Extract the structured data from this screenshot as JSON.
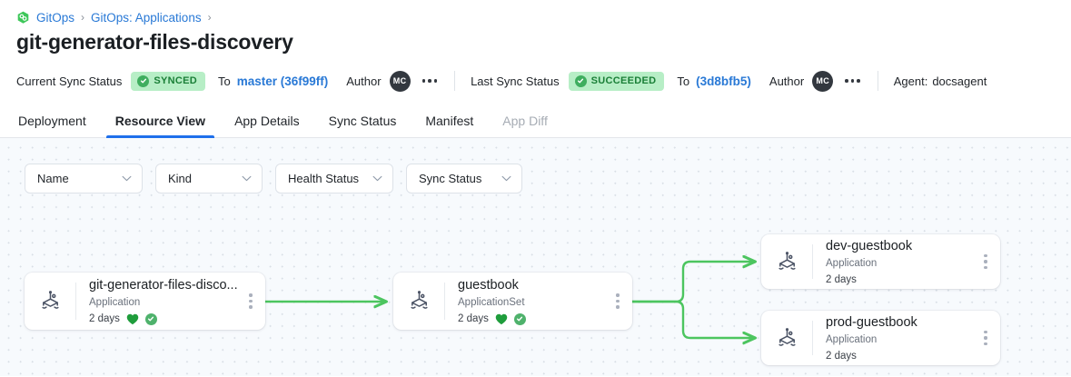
{
  "breadcrumb": {
    "logo_icon": "gitops-hex-logo",
    "items": [
      {
        "label": "GitOps"
      },
      {
        "label": "GitOps: Applications"
      }
    ],
    "separator": "›"
  },
  "page_title": "git-generator-files-discovery",
  "status_bar": {
    "current_sync": {
      "label": "Current Sync Status",
      "badge": "SYNCED",
      "badge_icon": "check-circle-icon",
      "to_label": "To",
      "revision": "master (36f99ff)",
      "author_label": "Author",
      "avatar_initials": "MC",
      "menu_icon": "ellipsis-horizontal-icon"
    },
    "last_sync": {
      "label": "Last Sync Status",
      "badge": "SUCCEEDED",
      "badge_icon": "check-circle-icon",
      "to_label": "To",
      "revision": "(3d8bfb5)",
      "author_label": "Author",
      "avatar_initials": "MC",
      "menu_icon": "ellipsis-horizontal-icon"
    },
    "agent_label": "Agent:",
    "agent_value": "docsagent"
  },
  "tabs": [
    {
      "label": "Deployment",
      "state": "idle"
    },
    {
      "label": "Resource View",
      "state": "active"
    },
    {
      "label": "App Details",
      "state": "idle"
    },
    {
      "label": "Sync Status",
      "state": "idle"
    },
    {
      "label": "Manifest",
      "state": "idle"
    },
    {
      "label": "App Diff",
      "state": "disabled"
    }
  ],
  "filters": [
    {
      "label": "Name",
      "icon": "chevron-down-icon"
    },
    {
      "label": "Kind",
      "icon": "chevron-down-icon"
    },
    {
      "label": "Health Status",
      "icon": "chevron-down-icon"
    },
    {
      "label": "Sync Status",
      "icon": "chevron-down-icon"
    }
  ],
  "graph": {
    "nodes": [
      {
        "id": "root",
        "title": "git-generator-files-disco...",
        "kind": "Application",
        "age": "2 days",
        "icon": "argo-app-icon",
        "health_badge": "heart-icon",
        "sync_badge": "check-circle-icon",
        "menu_icon": "kebab-vertical-icon"
      },
      {
        "id": "appset",
        "title": "guestbook",
        "kind": "ApplicationSet",
        "age": "2 days",
        "icon": "argo-app-icon",
        "health_badge": "heart-icon",
        "sync_badge": "check-circle-icon",
        "menu_icon": "kebab-vertical-icon"
      },
      {
        "id": "dev",
        "title": "dev-guestbook",
        "kind": "Application",
        "age": "2 days",
        "icon": "argo-app-icon",
        "menu_icon": "kebab-vertical-icon"
      },
      {
        "id": "prod",
        "title": "prod-guestbook",
        "kind": "Application",
        "age": "2 days",
        "icon": "argo-app-icon",
        "menu_icon": "kebab-vertical-icon"
      }
    ],
    "edges": [
      {
        "from": "root",
        "to": "appset"
      },
      {
        "from": "appset",
        "to": "dev"
      },
      {
        "from": "appset",
        "to": "prod"
      }
    ]
  },
  "colors": {
    "link": "#2979d6",
    "badge_bg": "#b7eec6",
    "badge_text": "#1a7f37",
    "edge_green": "#4cc55f",
    "health_green": "#1f9d3c",
    "tab_active_underline": "#1f6feb",
    "canvas_bg": "#f7fafd"
  }
}
